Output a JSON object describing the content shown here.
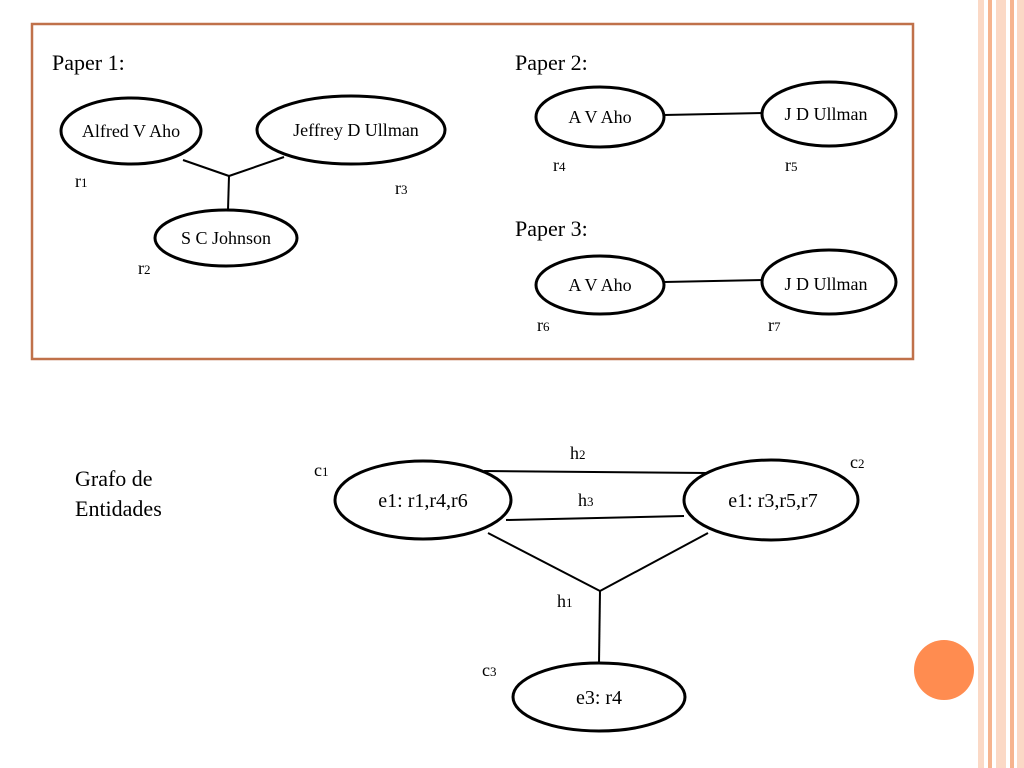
{
  "colors": {
    "frame_border": "#c0714a",
    "accent_circle": "#ff8c50",
    "deco_stripe_light": "#fbd9c6",
    "deco_stripe_mid": "#f6b48f",
    "ink": "#000000"
  },
  "papers": [
    {
      "title": "Paper 1:",
      "authors": [
        {
          "name": "Alfred V Aho",
          "ref": "r",
          "ref_num": "1"
        },
        {
          "name": "Jeffrey D Ullman",
          "ref": "r",
          "ref_num": "3"
        },
        {
          "name": "S C Johnson",
          "ref": "r",
          "ref_num": "2"
        }
      ]
    },
    {
      "title": "Paper 2:",
      "authors": [
        {
          "name": "A V Aho",
          "ref": "r",
          "ref_num": "4"
        },
        {
          "name": "J D Ullman",
          "ref": "r",
          "ref_num": "5"
        }
      ]
    },
    {
      "title": "Paper 3:",
      "authors": [
        {
          "name": "A V Aho",
          "ref": "r",
          "ref_num": "6"
        },
        {
          "name": "J D Ullman",
          "ref": "r",
          "ref_num": "7"
        }
      ]
    }
  ],
  "entity_graph": {
    "caption_line1": "Grafo de",
    "caption_line2": "Entidades",
    "clusters": [
      {
        "id": "c",
        "id_num": "1",
        "label": "e1: r1,r4,r6"
      },
      {
        "id": "c",
        "id_num": "2",
        "label": "e1: r3,r5,r7"
      },
      {
        "id": "c",
        "id_num": "3",
        "label": "e3: r4"
      }
    ],
    "hyperedges": [
      {
        "id": "h",
        "id_num": "2"
      },
      {
        "id": "h",
        "id_num": "3"
      },
      {
        "id": "h",
        "id_num": "1"
      }
    ]
  }
}
